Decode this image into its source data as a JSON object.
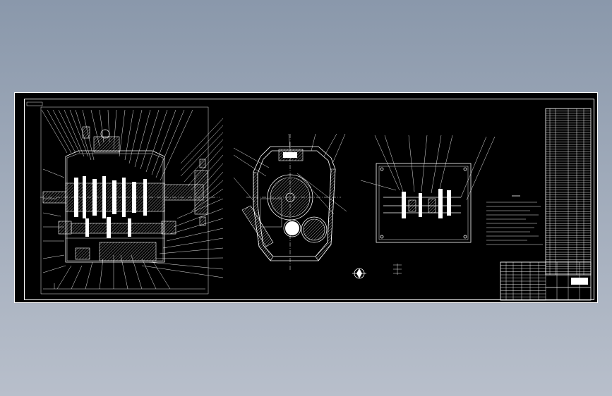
{
  "drawing": {
    "sheet_border_color": "#ffffff",
    "background_color": "#000000",
    "viewer_background": [
      "#8a98ab",
      "#b8bfcb"
    ],
    "views": [
      {
        "id": "main-section",
        "icon": "gearbox-section-icon"
      },
      {
        "id": "side-section",
        "icon": "gear-housing-side-icon"
      },
      {
        "id": "top-view",
        "icon": "shaft-layout-icon"
      }
    ]
  }
}
